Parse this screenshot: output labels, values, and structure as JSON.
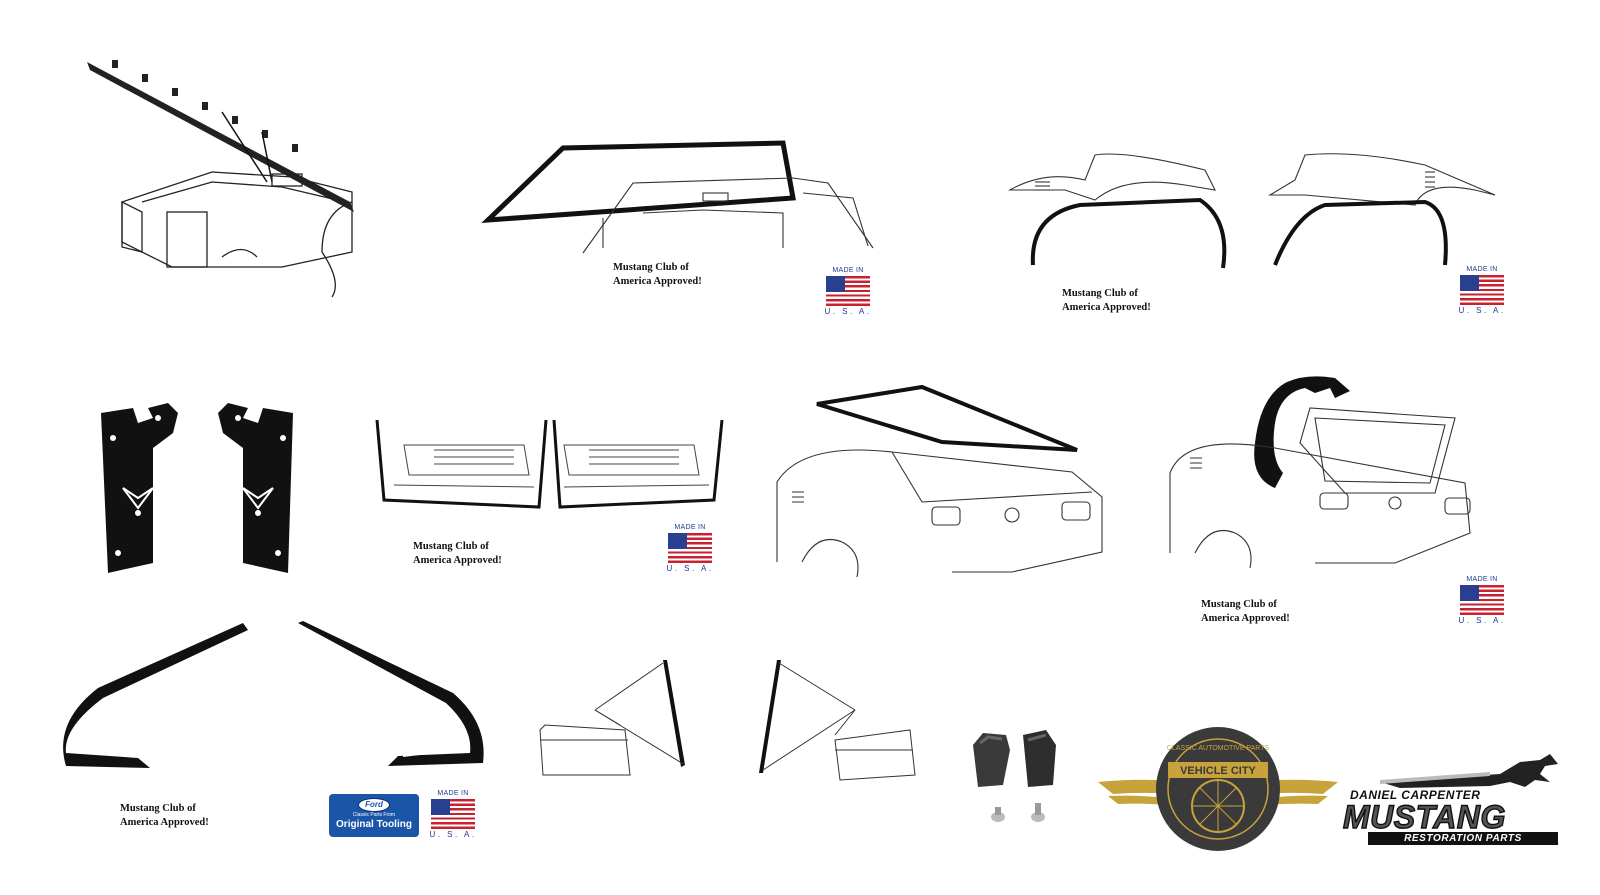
{
  "captions": {
    "mca_line1": "Mustang Club of",
    "mca_line2": "America Approved!"
  },
  "made_in_usa": {
    "top": "MADE IN",
    "bottom": "U. S. A."
  },
  "ford_badge": {
    "logo": "Ford",
    "small_text": "Classic Parts From",
    "big_text": "Original Tooling"
  },
  "vehicle_city": {
    "ring_text": "CLASSIC AUTOMOTIVE PARTS",
    "name": "VEHICLE CITY"
  },
  "daniel_carpenter": {
    "top": "DANIEL CARPENTER",
    "middle": "MUSTANG",
    "bottom": "RESTORATION PARTS"
  },
  "colors": {
    "flag_red": "#c8202f",
    "flag_blue": "#2a3f8f",
    "ford_blue": "#1a55a7",
    "vc_gold": "#c8a23a",
    "vc_dark": "#3a3a3a"
  }
}
